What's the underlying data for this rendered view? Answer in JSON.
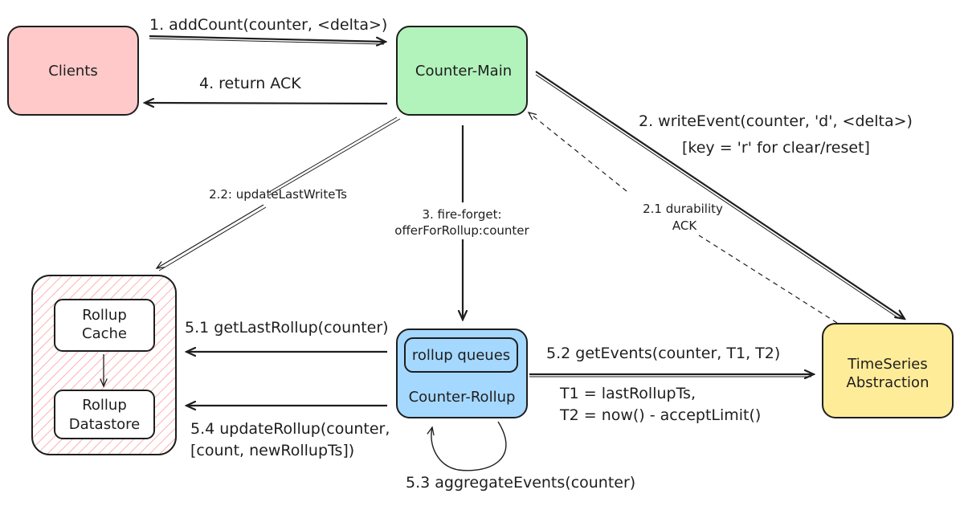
{
  "nodes": {
    "clients": "Clients",
    "counter_main": "Counter-Main",
    "rollup_cache": [
      "Rollup",
      "Cache"
    ],
    "rollup_datastore": [
      "Rollup",
      "Datastore"
    ],
    "rollup_queues": "rollup queues",
    "counter_rollup": "Counter-Rollup",
    "timeseries": [
      "TimeSeries",
      "Abstraction"
    ]
  },
  "edges": {
    "add_count": "1. addCount(counter, <delta>)",
    "return_ack": "4. return ACK",
    "write_event": "2. writeEvent(counter, 'd', <delta>)",
    "write_event_note": "[key = 'r' for clear/reset]",
    "update_last_write": "2.2: updateLastWriteTs",
    "fire_forget": [
      "3. fire-forget:",
      "offerForRollup:counter"
    ],
    "durability_ack": [
      "2.1 durability",
      "ACK"
    ],
    "get_last_rollup": "5.1 getLastRollup(counter)",
    "get_events": "5.2 getEvents(counter, T1, T2)",
    "time_range": [
      "T1 = lastRollupTs,",
      "T2 = now() - acceptLimit()"
    ],
    "update_rollup": [
      "5.4 updateRollup(counter,",
      "[count, newRollupTs])"
    ],
    "aggregate_events": "5.3 aggregateEvents(counter)"
  },
  "colors": {
    "clients_fill": "#ffc9c9",
    "counter_main_fill": "#b2f2bb",
    "counter_rollup_fill": "#a5d8ff",
    "timeseries_fill": "#ffec99",
    "datastore_hatch": "#ff8787",
    "stroke": "#1e1e1e"
  }
}
